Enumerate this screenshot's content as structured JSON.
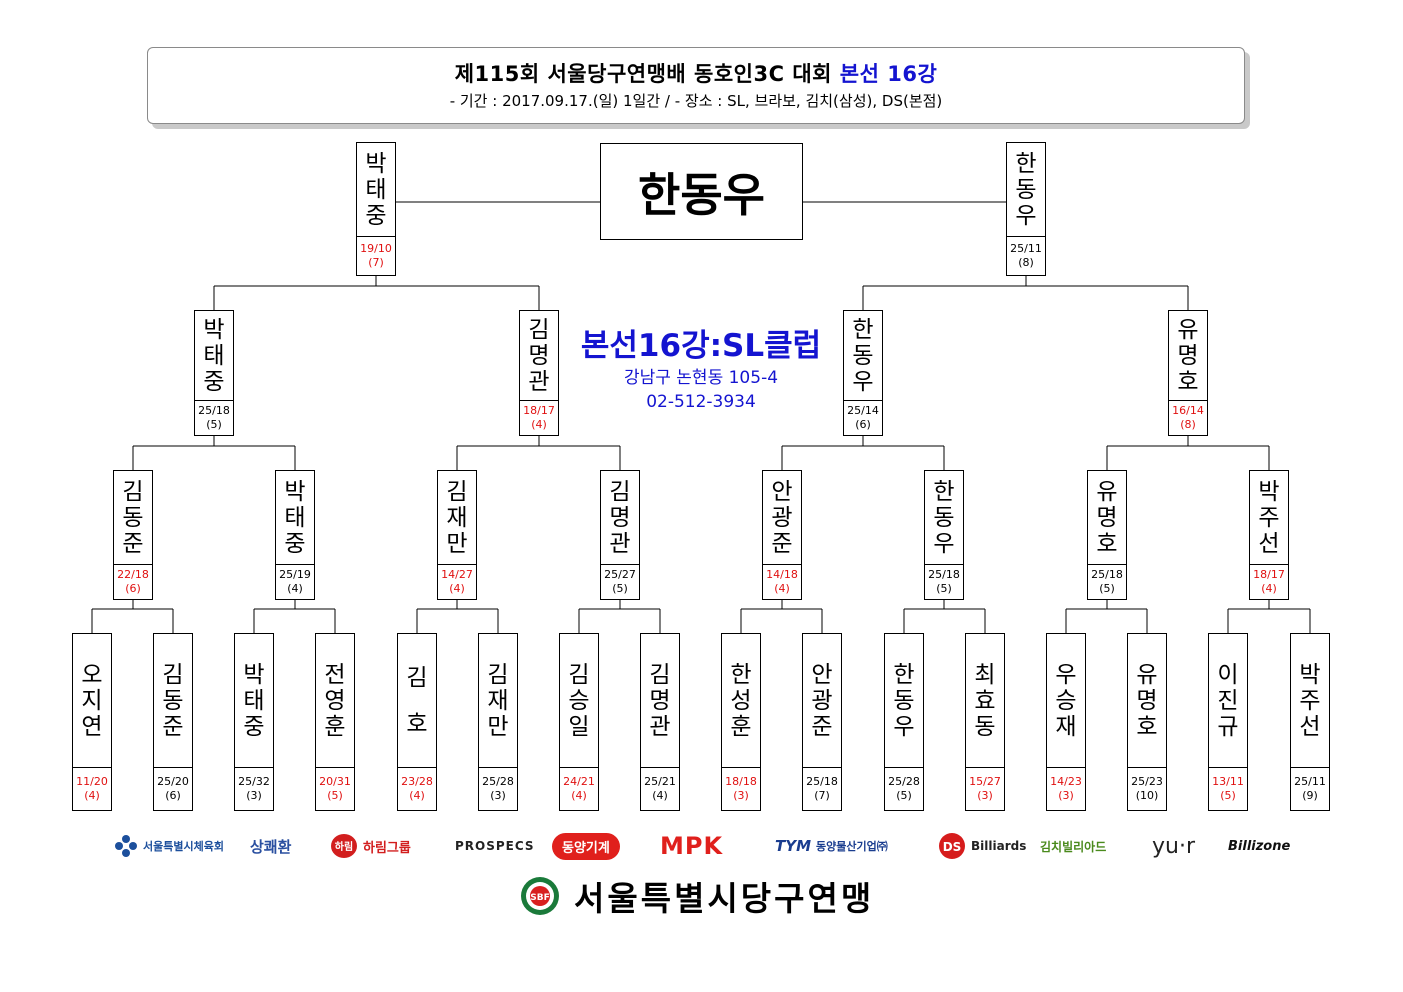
{
  "header": {
    "title_main": "제115회 서울당구연맹배 동호인3C 대회 ",
    "title_highlight": "본선 16강",
    "subtitle": "- 기간 : 2017.09.17.(일) 1일간 / - 장소 : SL, 브라보, 김치(삼성), DS(본점)"
  },
  "champion": "한동우",
  "venue": {
    "title": "본선16강:SL클럽",
    "address": "강남구 논현동 105-4",
    "phone": "02-512-3934"
  },
  "colors": {
    "title_accent": "#1414d0",
    "loss_score": "#e01010",
    "line": "#000000"
  },
  "bracket": {
    "round16": [
      {
        "name": "오지연",
        "score": "11/20",
        "innings": "(4)",
        "lost": true
      },
      {
        "name": "김동준",
        "score": "25/20",
        "innings": "(6)",
        "lost": false
      },
      {
        "name": "박태중",
        "score": "25/32",
        "innings": "(3)",
        "lost": false
      },
      {
        "name": "전영훈",
        "score": "20/31",
        "innings": "(5)",
        "lost": true
      },
      {
        "name": "김 호",
        "score": "23/28",
        "innings": "(4)",
        "lost": true
      },
      {
        "name": "김재만",
        "score": "25/28",
        "innings": "(3)",
        "lost": false
      },
      {
        "name": "김승일",
        "score": "24/21",
        "innings": "(4)",
        "lost": true
      },
      {
        "name": "김명관",
        "score": "25/21",
        "innings": "(4)",
        "lost": false
      },
      {
        "name": "한성훈",
        "score": "18/18",
        "innings": "(3)",
        "lost": true
      },
      {
        "name": "안광준",
        "score": "25/18",
        "innings": "(7)",
        "lost": false
      },
      {
        "name": "한동우",
        "score": "25/28",
        "innings": "(5)",
        "lost": false
      },
      {
        "name": "최효동",
        "score": "15/27",
        "innings": "(3)",
        "lost": true
      },
      {
        "name": "우승재",
        "score": "14/23",
        "innings": "(3)",
        "lost": true
      },
      {
        "name": "유명호",
        "score": "25/23",
        "innings": "(10)",
        "lost": false
      },
      {
        "name": "이진규",
        "score": "13/11",
        "innings": "(5)",
        "lost": true
      },
      {
        "name": "박주선",
        "score": "25/11",
        "innings": "(9)",
        "lost": false
      }
    ],
    "quarterfinal": [
      {
        "name": "김동준",
        "score": "22/18",
        "innings": "(6)",
        "lost": true
      },
      {
        "name": "박태중",
        "score": "25/19",
        "innings": "(4)",
        "lost": false
      },
      {
        "name": "김재만",
        "score": "14/27",
        "innings": "(4)",
        "lost": true
      },
      {
        "name": "김명관",
        "score": "25/27",
        "innings": "(5)",
        "lost": false
      },
      {
        "name": "안광준",
        "score": "14/18",
        "innings": "(4)",
        "lost": true
      },
      {
        "name": "한동우",
        "score": "25/18",
        "innings": "(5)",
        "lost": false
      },
      {
        "name": "유명호",
        "score": "25/18",
        "innings": "(5)",
        "lost": false
      },
      {
        "name": "박주선",
        "score": "18/17",
        "innings": "(4)",
        "lost": true
      }
    ],
    "semifinal": [
      {
        "name": "박태중",
        "score": "25/18",
        "innings": "(5)",
        "lost": false
      },
      {
        "name": "김명관",
        "score": "18/17",
        "innings": "(4)",
        "lost": true
      },
      {
        "name": "한동우",
        "score": "25/14",
        "innings": "(6)",
        "lost": false
      },
      {
        "name": "유명호",
        "score": "16/14",
        "innings": "(8)",
        "lost": true
      }
    ],
    "final": [
      {
        "name": "박태중",
        "score": "19/10",
        "innings": "(7)",
        "lost": true
      },
      {
        "name": "한동우",
        "score": "25/11",
        "innings": "(8)",
        "lost": false
      }
    ]
  },
  "sponsors": [
    {
      "name": "서울특별시체육회",
      "icon": "flower-emblem-icon",
      "color": "#1c4f9c"
    },
    {
      "name": "상쾌환",
      "icon": "sangkwaehwan-logo",
      "color": "#2a4fa0"
    },
    {
      "name": "하림그룹",
      "icon": "harim-badge",
      "color": "#d21e1e"
    },
    {
      "name": "PROSPECS",
      "icon": "prospecs-swoosh-icon",
      "color": "#222222"
    },
    {
      "name": "동양기계",
      "icon": "dongyang-oval",
      "color": "#e0201c"
    },
    {
      "name": "MPK",
      "icon": "mpk-logo",
      "color": "#e0201c"
    },
    {
      "name": "동양물산기업㈜",
      "icon": "tym-logo",
      "color": "#1a3d8f"
    },
    {
      "name": "Billiards",
      "icon": "ds-circle-icon",
      "color": "#d61c1c"
    },
    {
      "name": "김치빌리아드",
      "icon": "kimchi-logo",
      "color": "#4a8a1c"
    },
    {
      "name": "yu·r",
      "icon": "yur-logo",
      "color": "#222222"
    },
    {
      "name": "Billizone",
      "icon": "billizone-logo",
      "color": "#111111"
    }
  ],
  "footer": {
    "org_name": "서울특별시당구연맹",
    "emblem": "sbf-emblem-icon"
  }
}
